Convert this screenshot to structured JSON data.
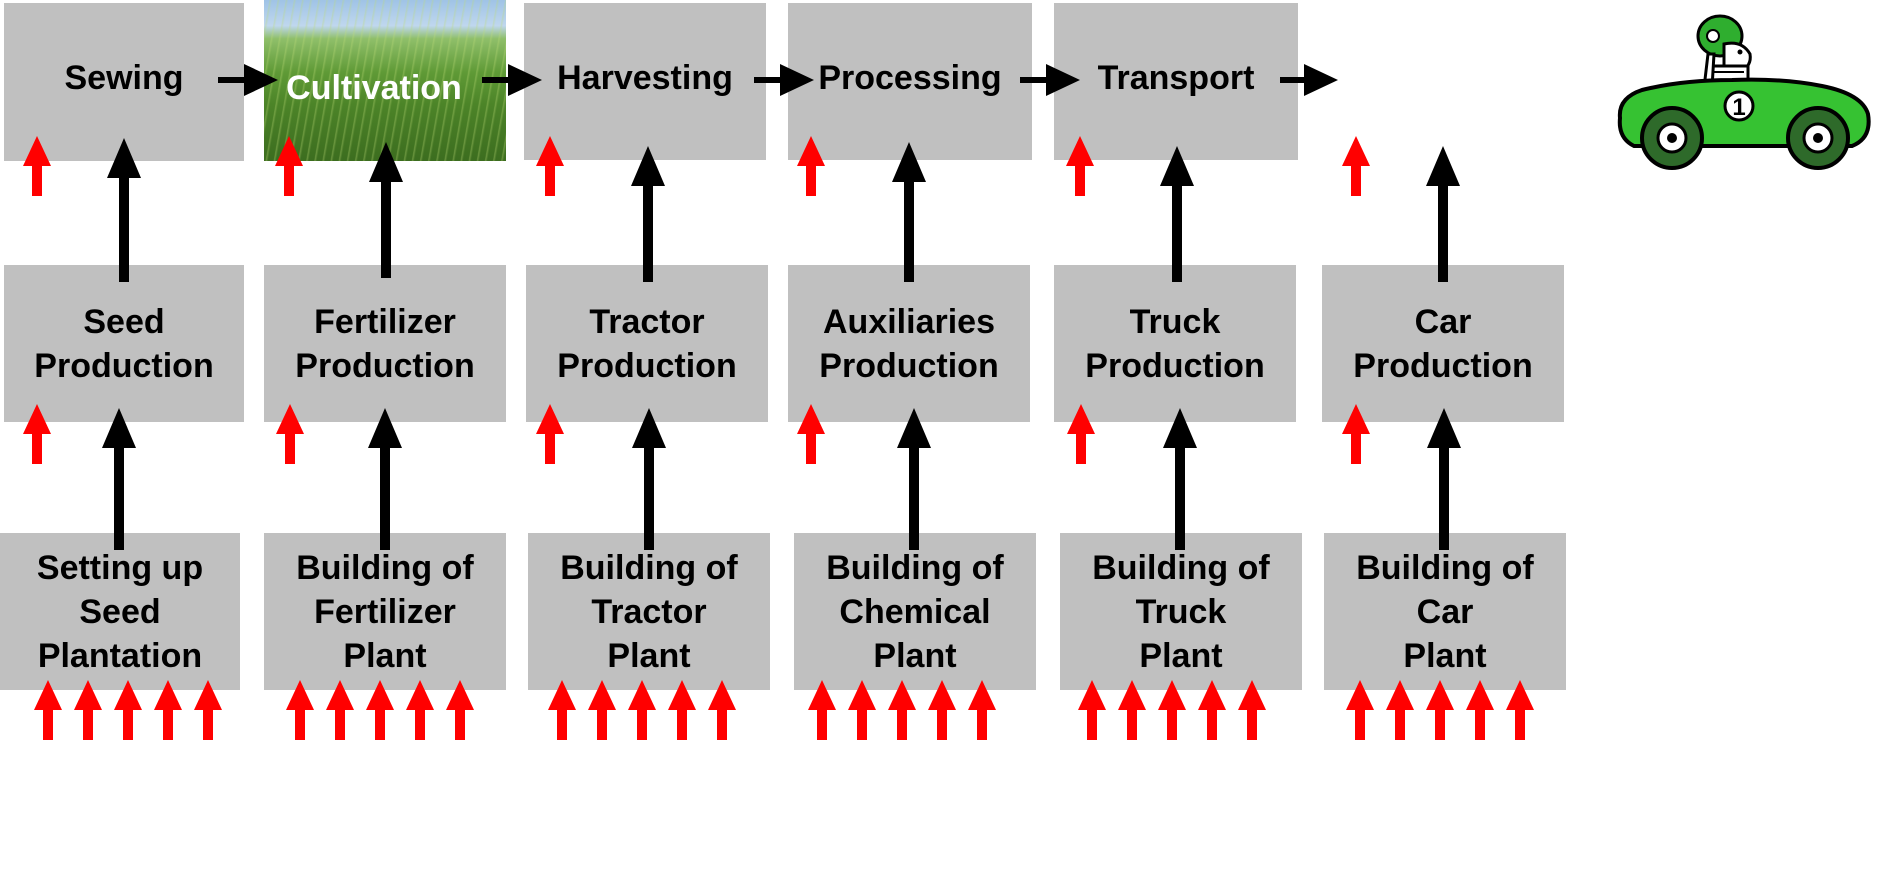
{
  "diagram": {
    "stages": [
      {
        "id": "sewing",
        "label": "Sewing"
      },
      {
        "id": "cultivation",
        "label": "Cultivation"
      },
      {
        "id": "harvesting",
        "label": "Harvesting"
      },
      {
        "id": "processing",
        "label": "Processing"
      },
      {
        "id": "transport",
        "label": "Transport"
      }
    ],
    "production": [
      {
        "id": "seed",
        "label": "Seed\nProduction"
      },
      {
        "id": "fertilizer",
        "label": "Fertilizer\nProduction"
      },
      {
        "id": "tractor",
        "label": "Tractor\nProduction"
      },
      {
        "id": "auxiliaries",
        "label": "Auxiliaries\nProduction"
      },
      {
        "id": "truck",
        "label": "Truck\nProduction"
      },
      {
        "id": "car",
        "label": "Car\nProduction"
      }
    ],
    "building": [
      {
        "id": "seed",
        "label": "Setting up\nSeed\nPlantation"
      },
      {
        "id": "fertilizer",
        "label": "Building of\nFertilizer\nPlant"
      },
      {
        "id": "tractor",
        "label": "Building of\nTractor\nPlant"
      },
      {
        "id": "chemical",
        "label": "Building of\nChemical\nPlant"
      },
      {
        "id": "truck",
        "label": "Building of\nTruck\nPlant"
      },
      {
        "id": "car",
        "label": "Building of\nCar\nPlant"
      }
    ],
    "car_number": "1",
    "colors": {
      "box": "#c0c0c0",
      "arrow_main": "#000000",
      "arrow_input": "#ff0000",
      "car_body": "#36c232",
      "car_helmet": "#2fae2f"
    },
    "icons": [
      "race-car-icon",
      "cultivation-field-image"
    ]
  }
}
